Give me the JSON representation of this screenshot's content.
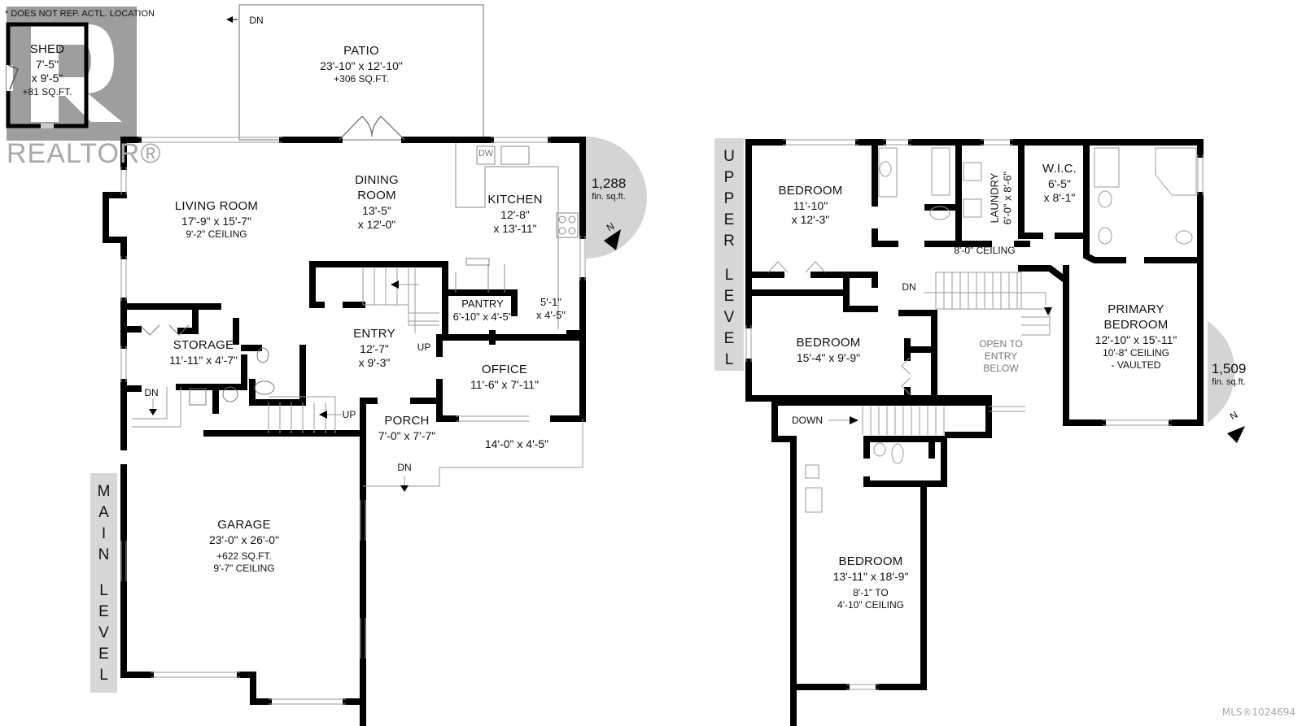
{
  "header": {
    "disclaimer": "* DOES NOT REP. ACTL. LOCATION",
    "watermark": "REALTOR®",
    "mls": "MLS®1024694"
  },
  "main_level": {
    "label_letters": [
      "M",
      "A",
      "I",
      "N",
      "",
      "L",
      "E",
      "V",
      "E",
      "L"
    ],
    "label": "MAIN LEVEL",
    "fin_sqft": "1,288",
    "fin_sqft_unit": "fin. sq.ft.",
    "compass": "N",
    "rooms": {
      "shed": {
        "name": "SHED",
        "dim1": "7'-5\"",
        "dim2": "x 9'-5\"",
        "area": "+81 SQ.FT."
      },
      "patio": {
        "name": "PATIO",
        "dim": "23'-10\" x 12'-10\"",
        "area": "+306 SQ.FT."
      },
      "living": {
        "name": "LIVING ROOM",
        "dim": "17'-9\" x 15'-7\"",
        "ceiling": "9'-2\" CEILING"
      },
      "dining": {
        "name1": "DINING",
        "name2": "ROOM",
        "dim1": "13'-5\"",
        "dim2": "x 12'-0\""
      },
      "kitchen": {
        "name": "KITCHEN",
        "dim1": "12'-8\"",
        "dim2": "x 13'-11\"",
        "dw": "DW"
      },
      "pantry": {
        "name": "PANTRY",
        "dim": "6'-10\" x 4'-5\""
      },
      "hall": {
        "dim1": "5'-1\"",
        "dim2": "x 4'-5\""
      },
      "storage": {
        "name": "STORAGE",
        "dim": "11'-11\" x 4'-7\""
      },
      "entry": {
        "name": "ENTRY",
        "dim1": "12'-7\"",
        "dim2": "x 9'-3\""
      },
      "office": {
        "name": "OFFICE",
        "dim": "11'-6\" x 7'-11\""
      },
      "porch": {
        "name": "PORCH",
        "dim": "7'-0\" x 7'-7\""
      },
      "deck": {
        "dim": "14'-0\" x 4'-5\""
      },
      "garage": {
        "name": "GARAGE",
        "dim": "23'-0\" x 26'-0\"",
        "area": "+622 SQ.FT.",
        "ceiling": "9'-7\" CEILING"
      }
    },
    "stair_labels": {
      "patio_dn": "DN",
      "entry_up": "UP",
      "lower_up": "UP",
      "storage_dn": "DN",
      "porch_dn": "DN"
    }
  },
  "upper_level": {
    "label_letters": [
      "U",
      "P",
      "P",
      "E",
      "R",
      "",
      "L",
      "E",
      "V",
      "E",
      "L"
    ],
    "label": "UPPER LEVEL",
    "fin_sqft": "1,509",
    "fin_sqft_unit": "fin. sq.ft.",
    "compass": "N",
    "rooms": {
      "bedroom1": {
        "name": "BEDROOM",
        "dim1": "11'-10\"",
        "dim2": "x 12'-3\""
      },
      "laundry": {
        "name": "LAUNDRY",
        "dim": "6'-0\" x 8'-6\""
      },
      "wic": {
        "name": "W.I.C.",
        "dim1": "6'-5\"",
        "dim2": "x 8'-1\""
      },
      "hall": {
        "ceiling": "8'-0\" CEILING"
      },
      "bedroom2": {
        "name": "BEDROOM",
        "dim": "15'-4\" x 9'-9\""
      },
      "open": {
        "line1": "OPEN TO",
        "line2": "ENTRY",
        "line3": "BELOW"
      },
      "primary": {
        "name1": "PRIMARY",
        "name2": "BEDROOM",
        "dim": "12'-10\" x 15'-11\"",
        "ceiling1": "10'-8\" CEILING",
        "ceiling2": "- VAULTED"
      },
      "bedroom3": {
        "name": "BEDROOM",
        "dim": "13'-11\" x 18'-9\"",
        "ceiling1": "8'-1\" TO",
        "ceiling2": "4'-10\" CEILING"
      }
    },
    "stair_labels": {
      "hall_dn": "DN",
      "down": "DOWN"
    }
  },
  "colors": {
    "wall": "#000000",
    "thin": "#9a9a9a",
    "level_bar": "#d7d7d7",
    "sqft_disc": "#d4d4d4",
    "watermark": "#a0a0a0"
  }
}
